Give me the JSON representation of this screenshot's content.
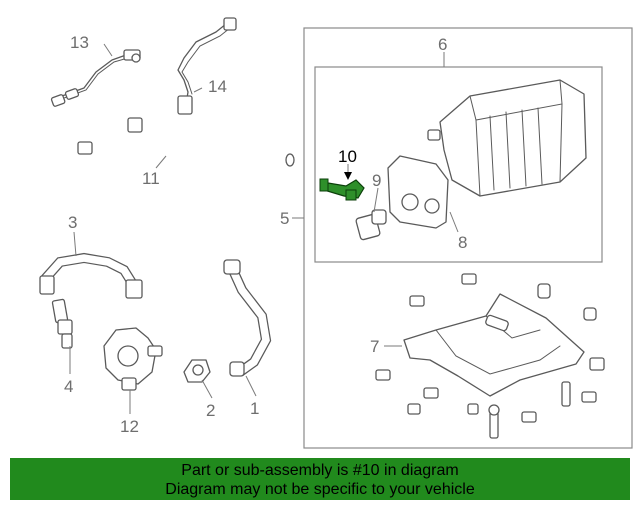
{
  "diagram": {
    "callouts": {
      "c1": "1",
      "c2": "2",
      "c3": "3",
      "c4": "4",
      "c5": "5",
      "c6": "6",
      "c7": "7",
      "c8": "8",
      "c9": "9",
      "c10": "10",
      "c11": "11",
      "c12": "12",
      "c13": "13",
      "c14": "14"
    },
    "highlight_color": "#218a1d",
    "highlighted_part": "10"
  },
  "banner": {
    "line1": "Part or sub-assembly is #10 in diagram",
    "line2": "Diagram may not be specific to your vehicle",
    "background": "#218a1d"
  }
}
